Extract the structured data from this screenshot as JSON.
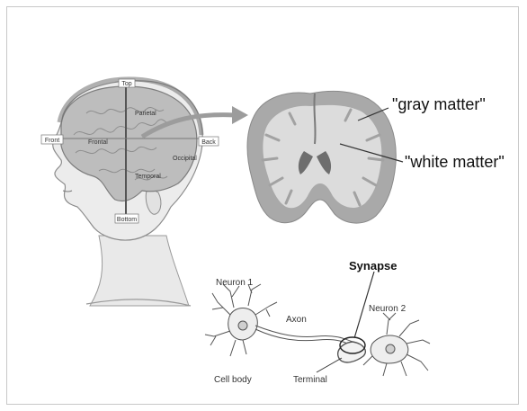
{
  "head_labels": {
    "top": "Top",
    "front": "Front",
    "back": "Back",
    "bottom": "Bottom",
    "frontal": "Frontal",
    "parietal": "Parietal",
    "temporal": "Temporal",
    "occipital": "Occipital"
  },
  "brain_section": {
    "gray_matter": "\"gray matter\"",
    "white_matter": "\"white matter\""
  },
  "neuron": {
    "synapse": "Synapse",
    "neuron1": "Neuron 1",
    "neuron2": "Neuron 2",
    "axon": "Axon",
    "cell_body": "Cell body",
    "terminal": "Terminal"
  },
  "colors": {
    "skin": "#e6e6e6",
    "brain": "#b9b9b9",
    "section_gray": "#a9a9a9",
    "section_white": "#dcdcdc",
    "line": "#444444"
  }
}
